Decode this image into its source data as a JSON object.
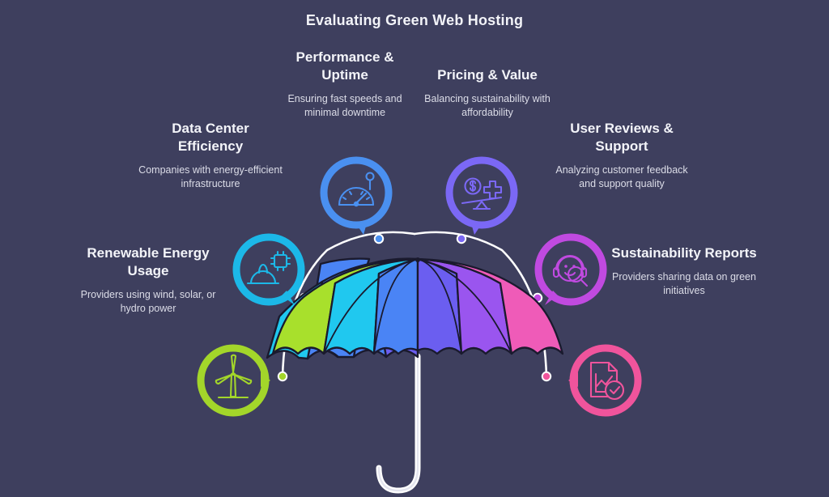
{
  "title": "Evaluating Green Web Hosting",
  "background_color": "#3e3f5e",
  "title_color": "#f2f3f8",
  "nodes": [
    {
      "id": "performance-uptime",
      "title": "Performance & Uptime",
      "description": "Ensuring fast speeds and minimal downtime",
      "icon": "speedometer-icon",
      "color": "#4a90f0"
    },
    {
      "id": "pricing-value",
      "title": "Pricing & Value",
      "description": "Balancing sustainability with affordability",
      "icon": "balance-scale-icon",
      "color": "#7b68f5"
    },
    {
      "id": "data-center-efficiency",
      "title": "Data Center Efficiency",
      "description": "Companies with energy-efficient infrastructure",
      "icon": "hardhat-chip-icon",
      "color": "#1cb8e8"
    },
    {
      "id": "user-reviews-support",
      "title": "User Reviews & Support",
      "description": "Analyzing customer feedback and support quality",
      "icon": "support-headset-magnifier-icon",
      "color": "#c04ae0"
    },
    {
      "id": "renewable-energy-usage",
      "title": "Renewable Energy Usage",
      "description": "Providers using wind, solar, or hydro power",
      "icon": "wind-turbine-icon",
      "color": "#a3d62a"
    },
    {
      "id": "sustainability-reports",
      "title": "Sustainability Reports",
      "description": "Providers sharing data on green initiatives",
      "icon": "report-check-icon",
      "color": "#f0549c"
    }
  ],
  "umbrella": {
    "panel_colors": [
      "#a8e02c",
      "#20c8ef",
      "#4a84f5",
      "#6b5ef0",
      "#9a55ef",
      "#c355ef",
      "#ef5bb8",
      "#f75aa0"
    ],
    "handle_color": "#ffffff",
    "outline_color": "#1a1a2e"
  },
  "connector": {
    "arc_color": "#ffffff",
    "dot_colors": [
      "#a3d62a",
      "#1cb8e8",
      "#4a90f0",
      "#7b68f5",
      "#c04ae0",
      "#f0549c"
    ]
  }
}
